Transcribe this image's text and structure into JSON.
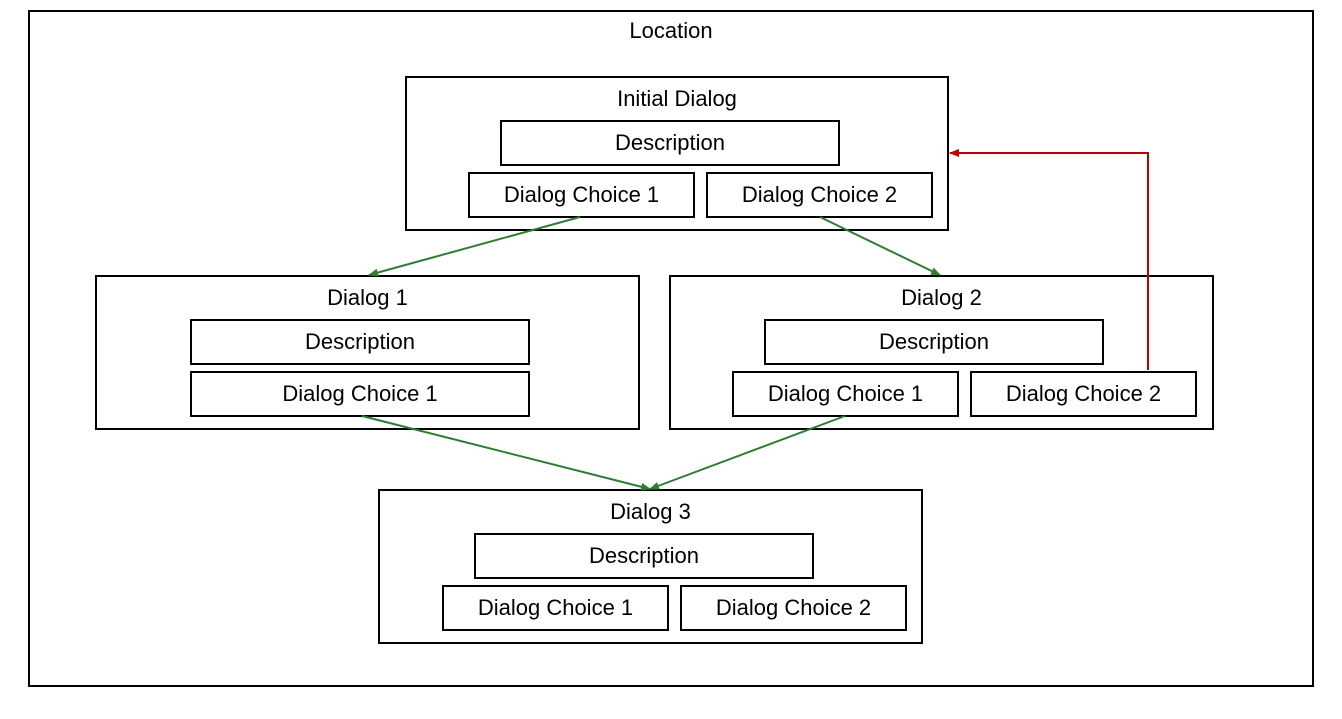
{
  "location_title": "Location",
  "initial_dialog": {
    "title": "Initial Dialog",
    "description": "Description",
    "choice_1": "Dialog Choice 1",
    "choice_2": "Dialog Choice 2"
  },
  "dialog_1": {
    "title": "Dialog 1",
    "description": "Description",
    "choice_1": "Dialog Choice 1"
  },
  "dialog_2": {
    "title": "Dialog 2",
    "description": "Description",
    "choice_1": "Dialog Choice 1",
    "choice_2": "Dialog Choice 2"
  },
  "dialog_3": {
    "title": "Dialog 3",
    "description": "Description",
    "choice_1": "Dialog Choice 1",
    "choice_2": "Dialog Choice 2"
  },
  "colors": {
    "forward_arrow": "#2e7d32",
    "back_arrow": "#c00000"
  }
}
